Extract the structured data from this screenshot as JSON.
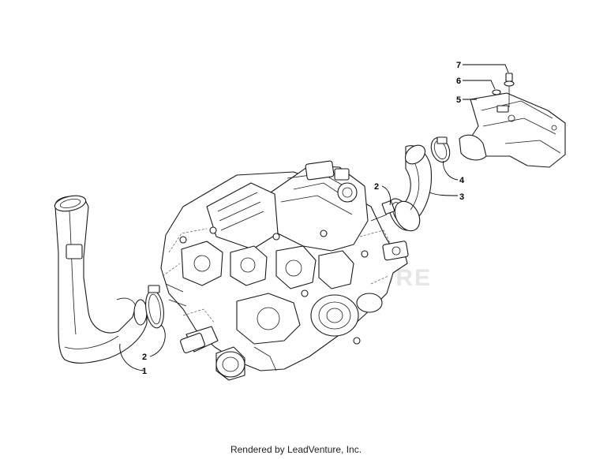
{
  "diagram": {
    "callouts": [
      "1",
      "2",
      "2",
      "3",
      "4",
      "5",
      "6",
      "7"
    ],
    "watermark": "LEADVENTURE"
  },
  "footer": {
    "text": "Rendered by LeadVenture, Inc."
  }
}
